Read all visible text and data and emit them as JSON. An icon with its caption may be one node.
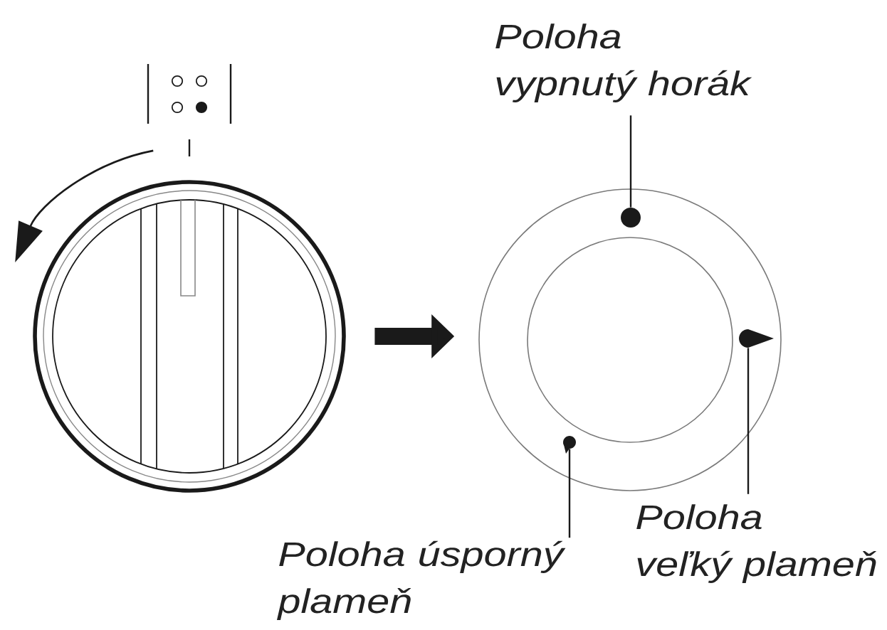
{
  "diagram": {
    "nodes": [
      {
        "text": [],
        "shape": "picture"
      },
      {
        "text": [],
        "shape": "ring"
      },
      {
        "text": [
          "Poloha vypnutý horák"
        ]
      },
      {
        "text": [],
        "shape": "circle",
        "in": 1
      },
      {
        "text": [],
        "shape": "pointer",
        "in": 1
      },
      {
        "text": [
          "Poloha veľký plameň"
        ]
      },
      {
        "text": [],
        "shape": "dot",
        "in": 1
      },
      {
        "text": [
          "Poloha úsporný plameň"
        ]
      }
    ],
    "edges": [
      {
        "from": 0,
        "to": 1,
        "arrow": "to",
        "style": "thick"
      },
      {
        "from": 2,
        "to": 3,
        "arrow": "none"
      },
      {
        "from": 5,
        "to": 4,
        "arrow": "none"
      },
      {
        "from": 7,
        "to": 6,
        "arrow": "none"
      }
    ]
  }
}
